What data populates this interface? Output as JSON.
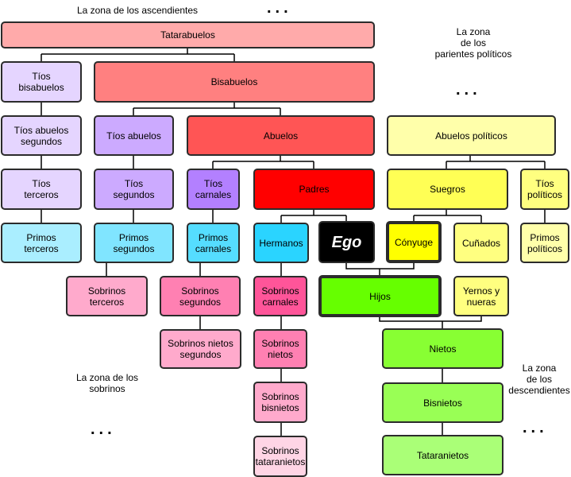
{
  "zones": {
    "ascendientes": "La zona de los ascendientes",
    "politicos": "La zona\nde los\nparientes políticos",
    "sobrinos": "La zona de los\nsobrinos",
    "descendientes": "La zona\nde los\ndescendientes"
  },
  "ellipsis": "...",
  "nodes": {
    "tatarabuelos": "Tatarabuelos",
    "tios_bisabuelos": "Tíos\nbisabuelos",
    "bisabuelos": "Bisabuelos",
    "tios_abuelos_segundos": "Tíos abuelos\nsegundos",
    "tios_abuelos": "Tíos abuelos",
    "abuelos": "Abuelos",
    "abuelos_politicos": "Abuelos políticos",
    "tios_terceros": "Tíos\nterceros",
    "tios_segundos": "Tíos\nsegundos",
    "tios_carnales": "Tíos\ncarnales",
    "padres": "Padres",
    "suegros": "Suegros",
    "tios_politicos": "Tíos\npolíticos",
    "primos_terceros": "Primos\nterceros",
    "primos_segundos": "Primos\nsegundos",
    "primos_carnales": "Primos\ncarnales",
    "hermanos": "Hermanos",
    "ego": "Ego",
    "conyuge": "Cónyuge",
    "cunados": "Cuñados",
    "primos_politicos": "Primos\npolíticos",
    "sobrinos_terceros": "Sobrinos\nterceros",
    "sobrinos_segundos": "Sobrinos\nsegundos",
    "sobrinos_carnales": "Sobrinos\ncarnales",
    "hijos": "Hijos",
    "yernos_nueras": "Yernos y\nnueras",
    "sobrinos_nietos_segundos": "Sobrinos nietos\nsegundos",
    "sobrinos_nietos": "Sobrinos\nnietos",
    "nietos": "Nietos",
    "sobrinos_bisnietos": "Sobrinos\nbisnietos",
    "bisnietos": "Bisnietos",
    "sobrinos_tataranietos": "Sobrinos\ntataranietos",
    "tataranietos": "Tataranietos"
  },
  "colors": {
    "tatarabuelos": "#ffaaaa",
    "bisabuelos": "#ff8080",
    "abuelos": "#ff5555",
    "padres": "#ff0000",
    "tios_bisabuelos": "#e5d5ff",
    "tios_abuelos": "#ccaaff",
    "tios_carnales": "#b380ff",
    "primos_light": "#aaeeff",
    "primos_mid": "#80e5ff",
    "primos_dark": "#55ddff",
    "hermanos": "#2ad4ff",
    "ego": "#000000",
    "conyuge": "#ffff00",
    "politicos_light": "#ffffaa",
    "politicos_mid": "#ffff80",
    "politicos_dark": "#ffff55",
    "sobrinos_light": "#ffaacc",
    "sobrinos_mid": "#ff80b2",
    "sobrinos_dark": "#ff5599",
    "sobrinos_pale": "#ffd5e5",
    "hijos": "#66ff00",
    "nietos": "#88ff33",
    "bisnietos": "#99ff55",
    "tataranietos": "#aaff77"
  }
}
